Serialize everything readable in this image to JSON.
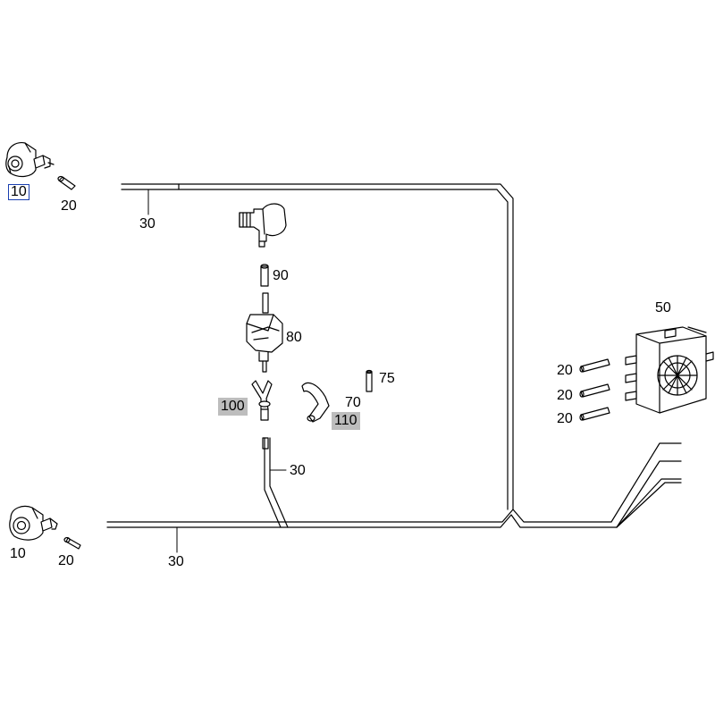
{
  "diagram": {
    "callouts": {
      "c10_top": "10",
      "c20_top": "20",
      "c30_top": "30",
      "c90": "90",
      "c80": "80",
      "c75": "75",
      "c100": "100",
      "c70": "70",
      "c110": "110",
      "c50": "50",
      "c20_r1": "20",
      "c20_r2": "20",
      "c20_r3": "20",
      "c30_mid": "30",
      "c10_bot": "10",
      "c20_bot": "20",
      "c30_bot": "30"
    },
    "colors": {
      "line": "#000000",
      "selected_box": "#1a3fb0",
      "highlight_fill": "#bdbdbd"
    }
  }
}
